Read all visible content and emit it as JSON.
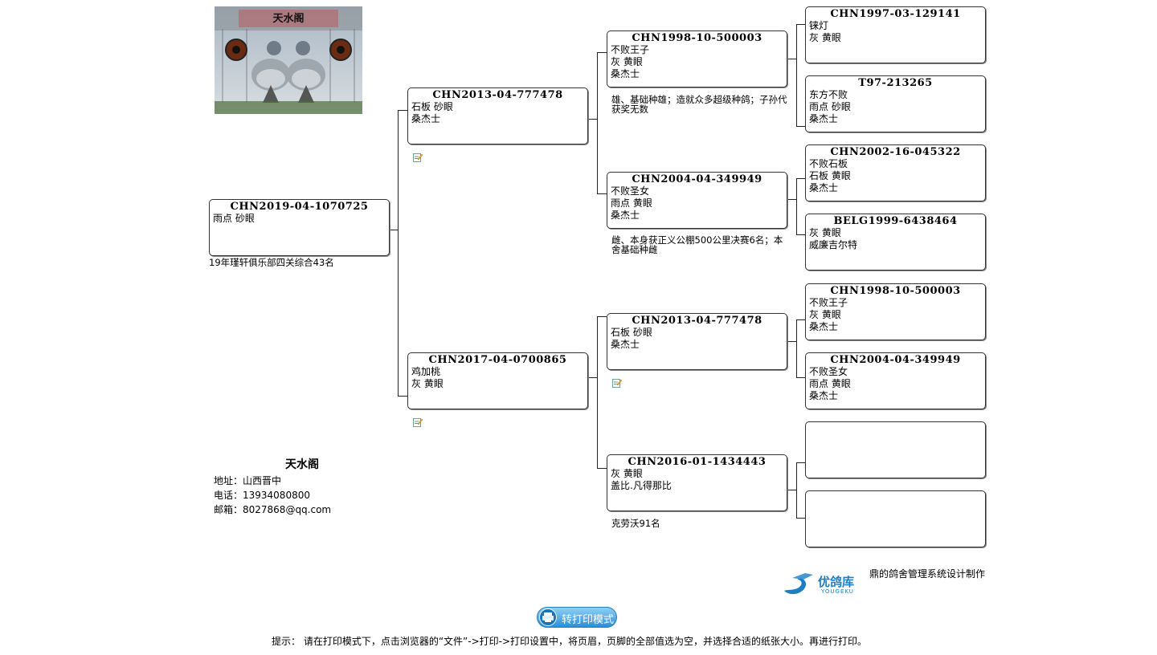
{
  "logo_image": {
    "caption": "天水阁"
  },
  "subject": {
    "ring": "CHN2019-04-1070725",
    "lines": [
      "",
      "雨点  砂眼"
    ],
    "note": "19年瑾轩俱乐部四关综合43名"
  },
  "sire": {
    "ring": "CHN2013-04-777478",
    "lines": [
      "",
      "石板  砂眼",
      "桑杰士"
    ]
  },
  "dam": {
    "ring": "CHN2017-04-0700865",
    "lines": [
      "鸡加桃",
      "灰  黄眼"
    ]
  },
  "ss": {
    "ring": "CHN1998-10-500003",
    "lines": [
      "不败王子",
      "灰  黄眼",
      "桑杰士"
    ],
    "note": "雄、基础种雄；造就众多超级种鸽；子孙代获奖无数"
  },
  "sd": {
    "ring": "CHN2004-04-349949",
    "lines": [
      "不败圣女",
      "雨点  黄眼",
      "桑杰士"
    ],
    "note": "雌、本身获正义公棚500公里决赛6名；本舍基础种雌"
  },
  "ds": {
    "ring": "CHN2013-04-777478",
    "lines": [
      "",
      "石板  砂眼",
      "桑杰士"
    ]
  },
  "dd": {
    "ring": "CHN2016-01-1434443",
    "lines": [
      "",
      "灰  黄眼",
      "盖比.凡得那比"
    ],
    "note": "克劳沃91名"
  },
  "sss": {
    "ring": "CHN1997-03-129141",
    "lines": [
      "铼灯",
      "灰  黄眼"
    ]
  },
  "ssd": {
    "ring": "T97-213265",
    "lines": [
      "东方不败",
      "雨点  砂眼",
      "桑杰士"
    ]
  },
  "sds": {
    "ring": "CHN2002-16-045322",
    "lines": [
      "不败石板",
      "石板  黄眼",
      "桑杰士"
    ]
  },
  "sdd": {
    "ring": "BELG1999-6438464",
    "lines": [
      "",
      "灰  黄眼",
      "威廉吉尔特"
    ]
  },
  "dss": {
    "ring": "CHN1998-10-500003",
    "lines": [
      "不败王子",
      "灰  黄眼",
      "桑杰士"
    ]
  },
  "dsd": {
    "ring": "CHN2004-04-349949",
    "lines": [
      "不败圣女",
      "雨点  黄眼",
      "桑杰士"
    ]
  },
  "dds": {
    "ring": "",
    "lines": []
  },
  "ddd": {
    "ring": "",
    "lines": []
  },
  "owner": {
    "name": "天水阁",
    "address": "地址：山西晋中",
    "phone": "电话：13934080800",
    "email": "邮箱：8027868@qq.com"
  },
  "credit": "鼎的鸽舍管理系统设计制作",
  "brand": {
    "name": "优鸽库",
    "sub": "YOUGEKU"
  },
  "print_button": "转打印模式",
  "hint": "提示：  请在打印模式下，点击浏览器的“文件”->打印->打印设置中，将页眉，页脚的全部值选为空，并选择合适的纸张大小。再进行打印。",
  "colors": {
    "border": "#333333",
    "button_top": "#8ed0f5",
    "button_bottom": "#2a90d6",
    "brand": "#1c7fc4"
  }
}
